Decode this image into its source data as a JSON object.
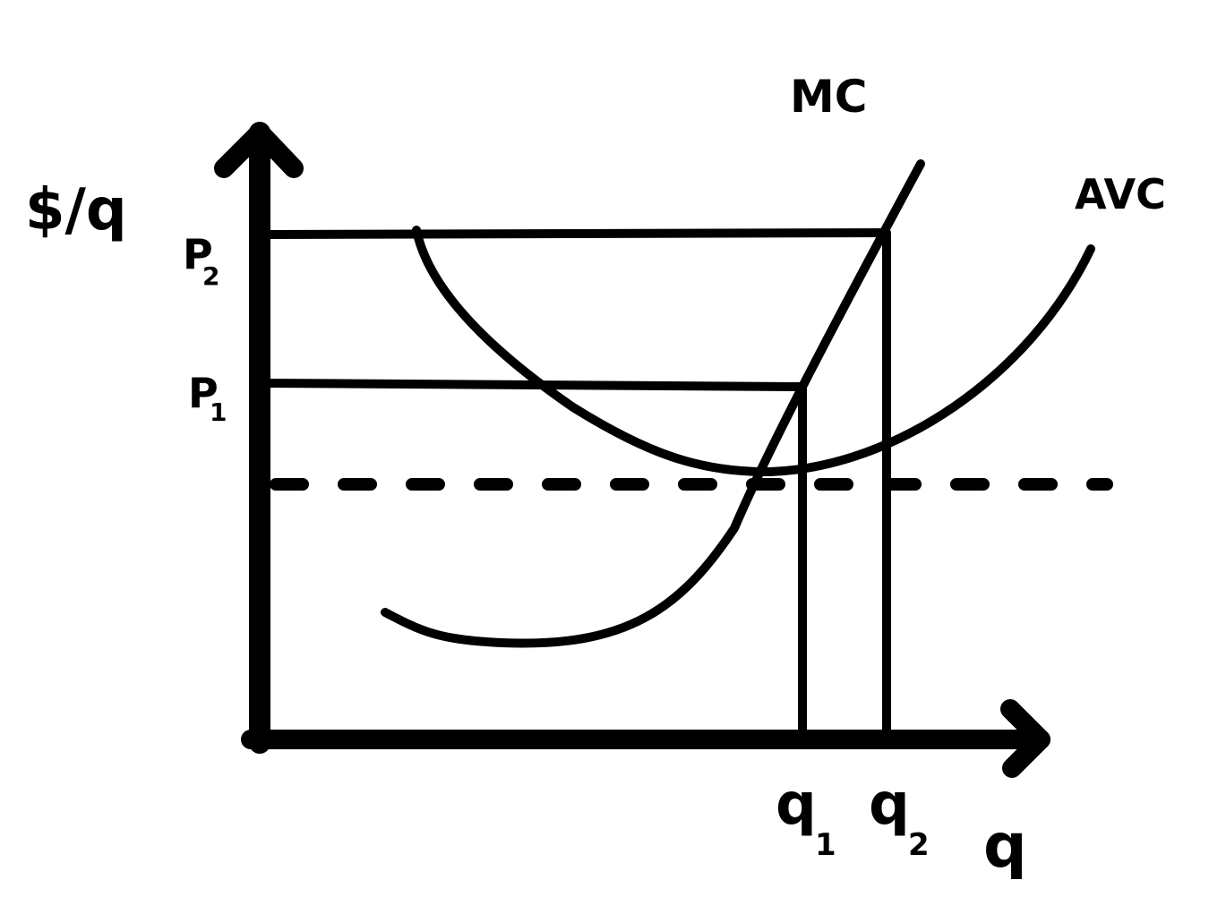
{
  "axes": {
    "y_label": "$/q",
    "x_label": "q"
  },
  "curves": {
    "mc_label": "MC",
    "avc_label": "AVC"
  },
  "prices": {
    "p2": {
      "main": "P",
      "sub": "2"
    },
    "p1": {
      "main": "P",
      "sub": "1"
    }
  },
  "quantities": {
    "q1": {
      "main": "q",
      "sub": "1"
    },
    "q2": {
      "main": "q",
      "sub": "2"
    }
  },
  "style": {
    "ink": "#000000",
    "background": "#ffffff",
    "dashed_line": "shutdown price level"
  }
}
